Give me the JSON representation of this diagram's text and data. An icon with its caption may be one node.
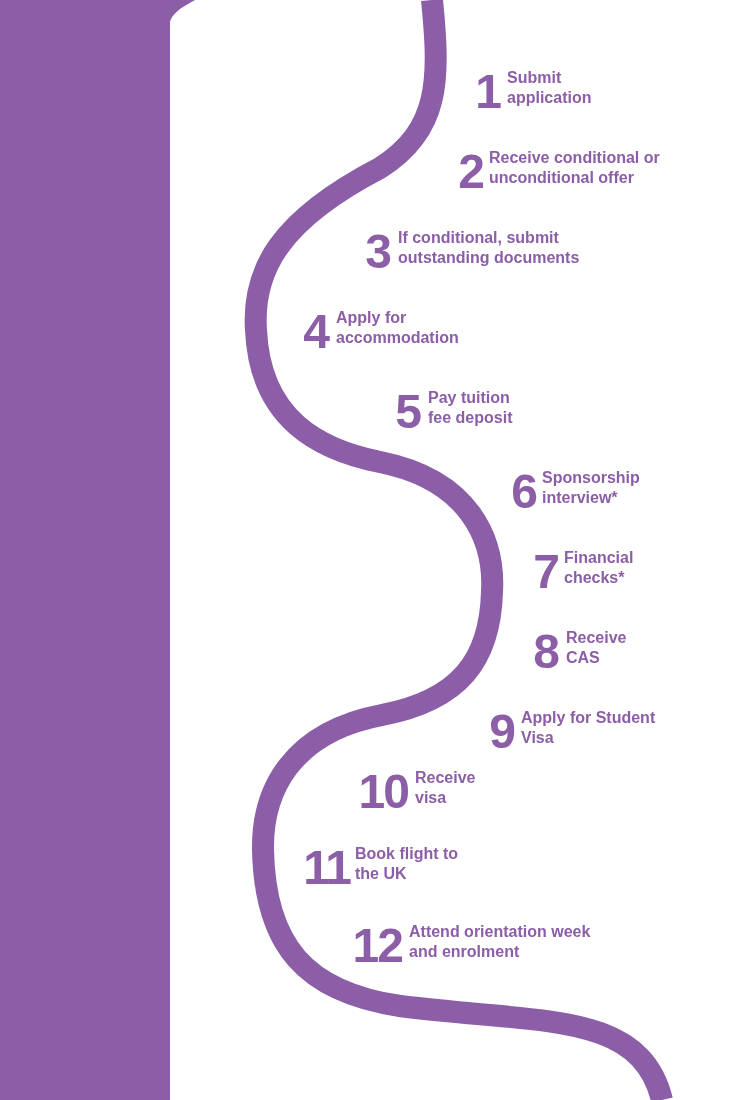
{
  "diagram": {
    "labels": [
      "1",
      "Submit application",
      "2",
      "Receive conditional or unconditional offer",
      "3",
      "If conditional, submit outstanding documents",
      "4",
      "Apply for accommodation",
      "5",
      "Pay tuition fee deposit",
      "6",
      "Sponsorship interview*",
      "7",
      "Financial checks*",
      "8",
      "Receive CAS",
      "9",
      "Apply for Student Visa",
      "10",
      "Receive visa",
      "11",
      "Book flight to the UK",
      "12",
      "Attend orientation week and enrolment"
    ]
  }
}
